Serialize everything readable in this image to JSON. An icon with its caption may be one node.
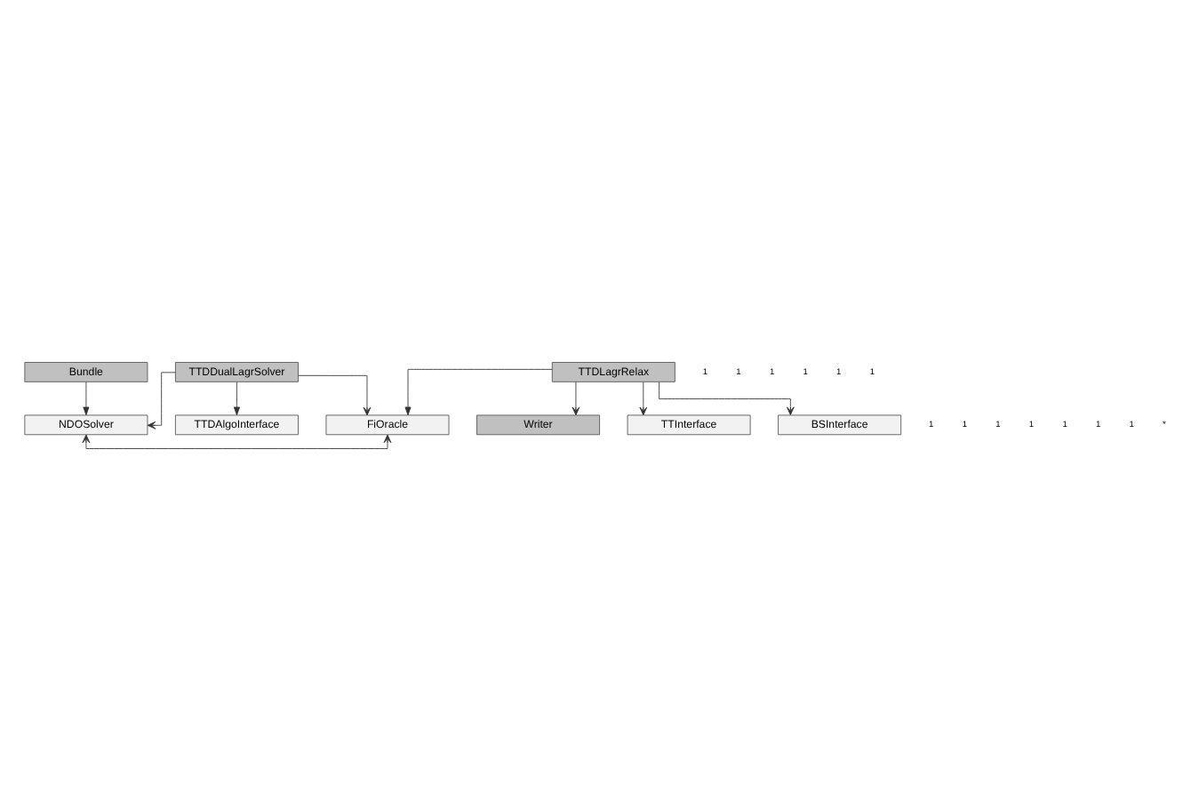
{
  "diagram": {
    "nodes": [
      {
        "text": [
          "Writer"
        ]
      },
      {
        "text": [
          "TTDAlgoInterface"
        ]
      },
      {
        "text": [
          "TTDDualLagrSolver"
        ]
      },
      {
        "text": [
          "NDOSolver"
        ]
      },
      {
        "text": [
          "FiOracle"
        ]
      },
      {
        "text": [
          "Bundle"
        ]
      },
      {
        "text": [
          "TTDLagrRelax"
        ]
      },
      {
        "text": [
          "TTInterface"
        ]
      },
      {
        "text": [
          "BSInterface"
        ]
      }
    ],
    "edges": [
      {
        "from": 2,
        "to": 1,
        "arrow": "to"
      },
      {
        "from": 2,
        "to": 3,
        "arrow": "to"
      },
      {
        "from": 2,
        "to": 4,
        "arrow": "to"
      },
      {
        "from": 3,
        "to": 4,
        "arrow": "both"
      },
      {
        "from": 5,
        "to": 3,
        "arrow": "to"
      },
      {
        "from": 6,
        "to": 4,
        "arrow": "to"
      },
      {
        "from": 6,
        "to": 0,
        "arrow": "to"
      },
      {
        "from": 6,
        "to": 7,
        "arrow": "to"
      },
      {
        "from": 6,
        "to": 8,
        "arrow": "to"
      }
    ],
    "labels": [
      "1",
      "1",
      "1",
      "1",
      "1",
      "1",
      "1",
      "1",
      "1",
      "1",
      "1",
      "1",
      "1",
      "*"
    ]
  }
}
